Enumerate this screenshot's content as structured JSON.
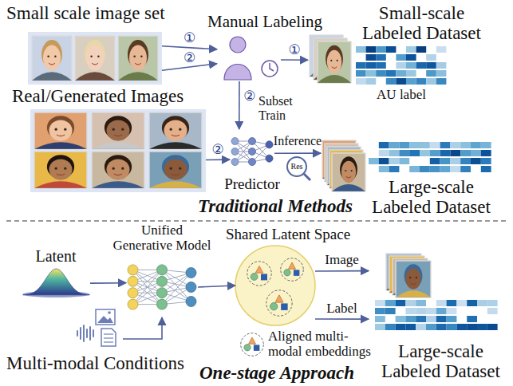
{
  "diagram": {
    "nodes": [
      {
        "text": [
          "Small scale image set"
        ]
      },
      {
        "text": [
          "Manual Labeling"
        ]
      },
      {
        "text": [
          "Small-scale Labeled Dataset",
          "AU label"
        ]
      },
      {
        "text": [
          "Real/Generated Images"
        ]
      },
      {
        "text": [
          "Predictor"
        ]
      },
      {
        "text": [
          "Large-scale Labeled Dataset"
        ]
      },
      {
        "text": [
          "Latent"
        ]
      },
      {
        "text": [
          "Unified Generative Model"
        ]
      },
      {
        "text": [
          "Multi-modal Conditions"
        ]
      },
      {
        "text": [
          "Shared Latent Space"
        ]
      },
      {
        "text": [
          "Large-scale Labeled Dataset"
        ]
      }
    ],
    "edges": [
      {
        "from": 0,
        "to": 1,
        "label": "①",
        "arrow": "to"
      },
      {
        "from": 0,
        "to": 1,
        "label": "②",
        "arrow": "to"
      },
      {
        "from": 1,
        "to": 2,
        "label": "①",
        "arrow": "to"
      },
      {
        "from": 1,
        "to": 4,
        "label": "②",
        "arrow": "to"
      },
      {
        "from": 3,
        "to": 4,
        "label": "②",
        "arrow": "to"
      },
      {
        "from": 4,
        "to": 5,
        "label": "Inference",
        "arrow": "to"
      },
      {
        "from": 6,
        "to": 7,
        "arrow": "to"
      },
      {
        "from": 8,
        "to": 7,
        "arrow": "to"
      },
      {
        "from": 7,
        "to": 9,
        "arrow": "to"
      },
      {
        "from": 9,
        "to": 10,
        "label": "Image",
        "arrow": "to"
      },
      {
        "from": 9,
        "to": 10,
        "label": "Label",
        "arrow": "to"
      }
    ],
    "labels": [
      "Subset Train",
      "Res",
      "Traditional Methods",
      "Aligned multi-modal embeddings",
      "One-stage Approach"
    ]
  }
}
